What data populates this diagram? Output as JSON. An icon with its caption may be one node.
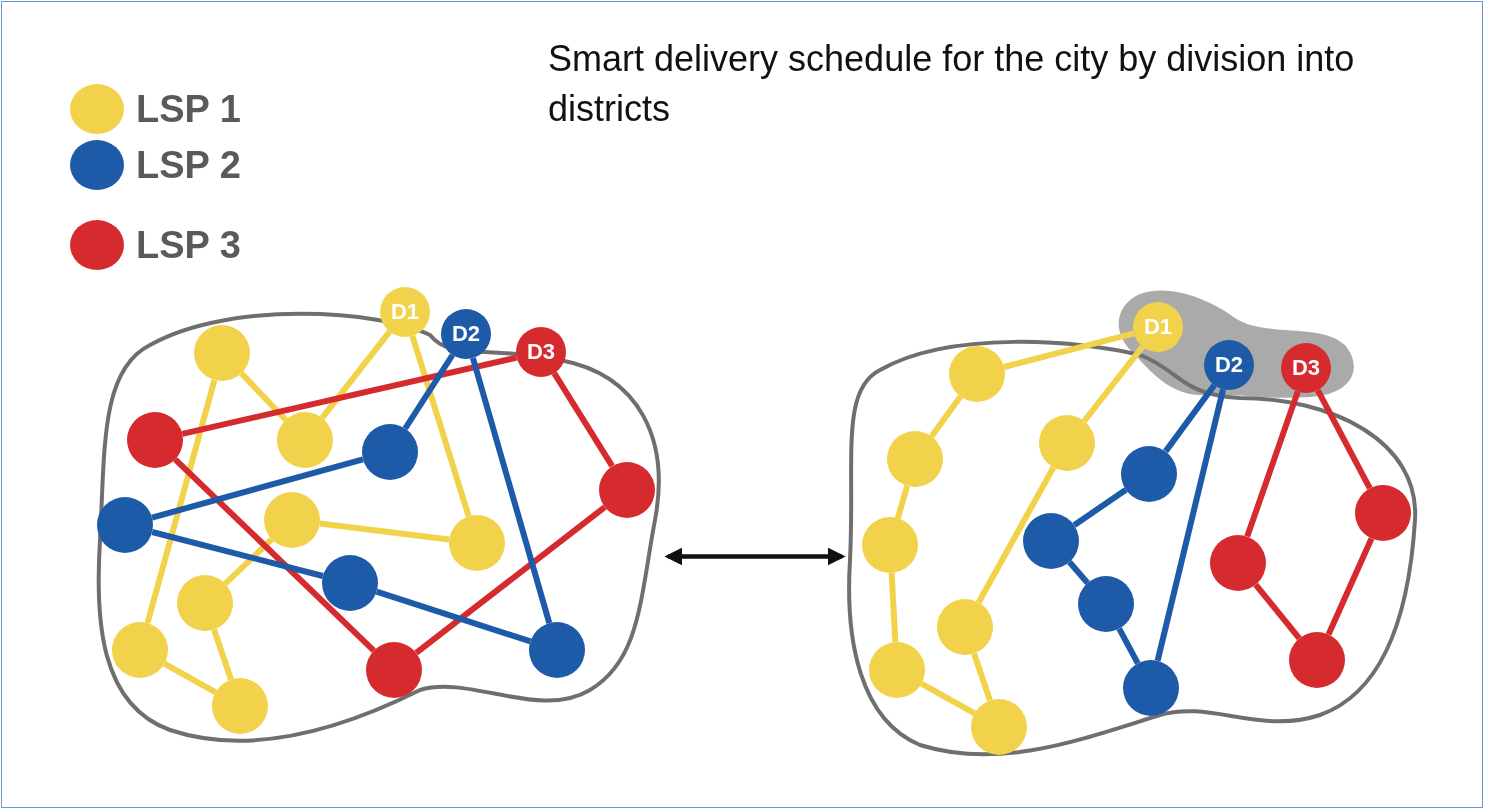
{
  "diagram": {
    "title": "Smart delivery schedule for the city by division into districts",
    "nodes": [
      {
        "text": [],
        "shape": "region"
      },
      {
        "text": [
          "D1"
        ]
      },
      {
        "text": [
          "D2"
        ]
      },
      {
        "text": [
          "D3"
        ]
      },
      {
        "text": [],
        "shape": "circle",
        "in": 0
      },
      {
        "text": [],
        "shape": "circle",
        "in": 0
      },
      {
        "text": [],
        "shape": "circle",
        "in": 0
      },
      {
        "text": [],
        "shape": "circle",
        "in": 0
      },
      {
        "text": [],
        "shape": "circle",
        "in": 0
      },
      {
        "text": [],
        "shape": "circle",
        "in": 0
      },
      {
        "text": [],
        "shape": "circle",
        "in": 0
      },
      {
        "text": [],
        "shape": "circle",
        "in": 0
      },
      {
        "text": [],
        "shape": "circle",
        "in": 0
      },
      {
        "text": [],
        "shape": "circle",
        "in": 0
      },
      {
        "text": [],
        "shape": "circle",
        "in": 0
      },
      {
        "text": [],
        "shape": "circle",
        "in": 0
      },
      {
        "text": [],
        "shape": "circle",
        "in": 0
      },
      {
        "text": [],
        "shape": "circle",
        "in": 0
      },
      {
        "text": [],
        "shape": "region"
      },
      {
        "text": [
          "D1"
        ]
      },
      {
        "text": [
          "D2"
        ]
      },
      {
        "text": [
          "D3"
        ]
      },
      {
        "text": [],
        "shape": "circle",
        "in": 18
      },
      {
        "text": [],
        "shape": "circle",
        "in": 18
      },
      {
        "text": [],
        "shape": "circle",
        "in": 18
      },
      {
        "text": [],
        "shape": "circle",
        "in": 18
      },
      {
        "text": [],
        "shape": "circle",
        "in": 18
      },
      {
        "text": [],
        "shape": "circle",
        "in": 18
      },
      {
        "text": [],
        "shape": "circle",
        "in": 18
      },
      {
        "text": [],
        "shape": "circle",
        "in": 18
      },
      {
        "text": [],
        "shape": "circle",
        "in": 18
      },
      {
        "text": [],
        "shape": "circle",
        "in": 18
      },
      {
        "text": [],
        "shape": "circle",
        "in": 18
      },
      {
        "text": [],
        "shape": "circle",
        "in": 18
      },
      {
        "text": [],
        "shape": "circle",
        "in": 18
      },
      {
        "text": [],
        "shape": "circle",
        "in": 18
      }
    ],
    "edges": [
      {
        "from": 1,
        "to": 5,
        "arrow": "none",
        "color": "#f2d24b"
      },
      {
        "from": 4,
        "to": 5,
        "arrow": "none",
        "color": "#f2d24b"
      },
      {
        "from": 1,
        "to": 10,
        "arrow": "none",
        "color": "#f2d24b"
      },
      {
        "from": 4,
        "to": 14,
        "arrow": "none",
        "color": "#f2d24b"
      },
      {
        "from": 9,
        "to": 10,
        "arrow": "none",
        "color": "#f2d24b"
      },
      {
        "from": 9,
        "to": 13,
        "arrow": "none",
        "color": "#f2d24b"
      },
      {
        "from": 13,
        "to": 15,
        "arrow": "none",
        "color": "#f2d24b"
      },
      {
        "from": 14,
        "to": 15,
        "arrow": "none",
        "color": "#f2d24b"
      },
      {
        "from": 3,
        "to": 6,
        "arrow": "none",
        "color": "#d52b2f"
      },
      {
        "from": 3,
        "to": 11,
        "arrow": "none",
        "color": "#d52b2f"
      },
      {
        "from": 6,
        "to": 16,
        "arrow": "none",
        "color": "#d52b2f"
      },
      {
        "from": 16,
        "to": 11,
        "arrow": "none",
        "color": "#d52b2f"
      },
      {
        "from": 2,
        "to": 7,
        "arrow": "none",
        "color": "#1d5aa8"
      },
      {
        "from": 7,
        "to": 8,
        "arrow": "none",
        "color": "#1d5aa8"
      },
      {
        "from": 8,
        "to": 12,
        "arrow": "none",
        "color": "#1d5aa8"
      },
      {
        "from": 12,
        "to": 17,
        "arrow": "none",
        "color": "#1d5aa8"
      },
      {
        "from": 2,
        "to": 17,
        "arrow": "none",
        "color": "#1d5aa8"
      },
      {
        "from": 0,
        "to": 18,
        "arrow": "both",
        "color": "#111111"
      },
      {
        "from": 19,
        "to": 22,
        "arrow": "none",
        "color": "#f2d24b"
      },
      {
        "from": 22,
        "to": 23,
        "arrow": "none",
        "color": "#f2d24b"
      },
      {
        "from": 23,
        "to": 24,
        "arrow": "none",
        "color": "#f2d24b"
      },
      {
        "from": 24,
        "to": 25,
        "arrow": "none",
        "color": "#f2d24b"
      },
      {
        "from": 25,
        "to": 26,
        "arrow": "none",
        "color": "#f2d24b"
      },
      {
        "from": 19,
        "to": 27,
        "arrow": "none",
        "color": "#f2d24b"
      },
      {
        "from": 27,
        "to": 28,
        "arrow": "none",
        "color": "#f2d24b"
      },
      {
        "from": 28,
        "to": 26,
        "arrow": "none",
        "color": "#f2d24b"
      },
      {
        "from": 20,
        "to": 29,
        "arrow": "none",
        "color": "#1d5aa8"
      },
      {
        "from": 29,
        "to": 30,
        "arrow": "none",
        "color": "#1d5aa8"
      },
      {
        "from": 30,
        "to": 31,
        "arrow": "none",
        "color": "#1d5aa8"
      },
      {
        "from": 31,
        "to": 32,
        "arrow": "none",
        "color": "#1d5aa8"
      },
      {
        "from": 20,
        "to": 32,
        "arrow": "none",
        "color": "#1d5aa8"
      },
      {
        "from": 21,
        "to": 33,
        "arrow": "none",
        "color": "#d52b2f"
      },
      {
        "from": 33,
        "to": 35,
        "arrow": "none",
        "color": "#d52b2f"
      },
      {
        "from": 21,
        "to": 34,
        "arrow": "none",
        "color": "#d52b2f"
      },
      {
        "from": 34,
        "to": 35,
        "arrow": "none",
        "color": "#d52b2f"
      }
    ],
    "legend": [
      {
        "text": "LSP 1",
        "color": "#f2d24b"
      },
      {
        "text": "LSP 2",
        "color": "#1d5aa8"
      },
      {
        "text": "LSP 3",
        "color": "#d52b2f"
      }
    ]
  }
}
